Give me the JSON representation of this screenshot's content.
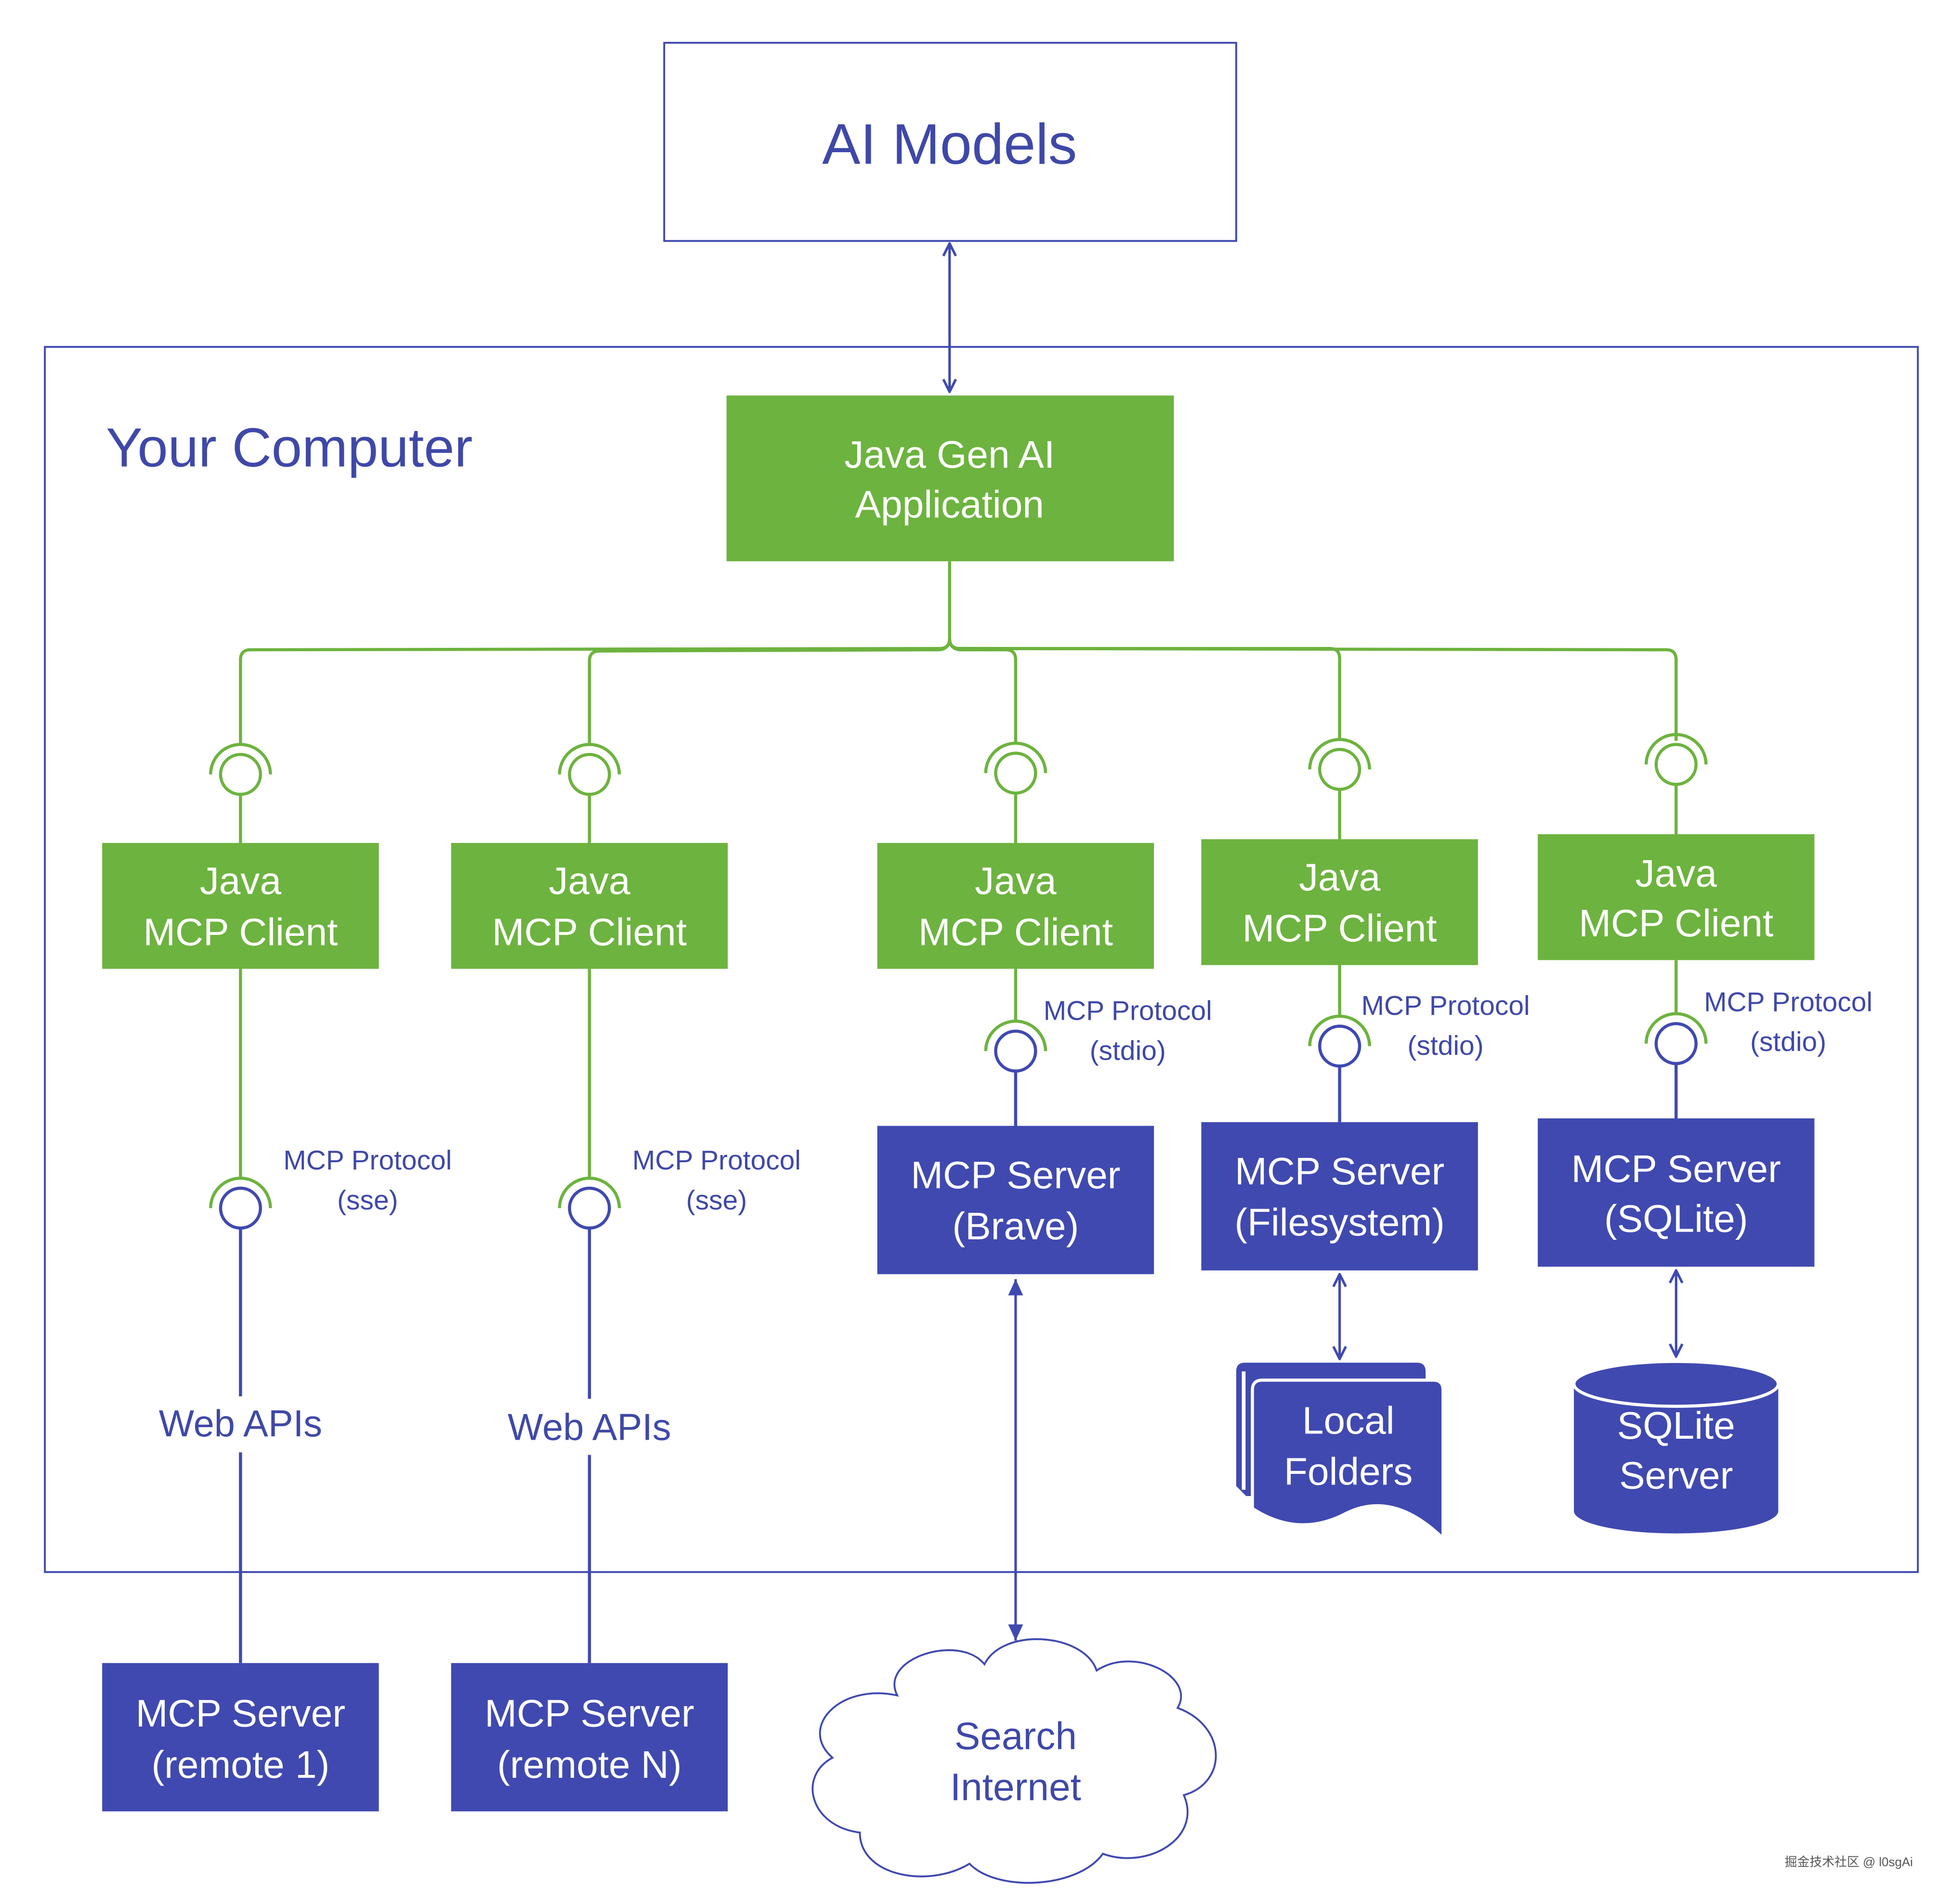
{
  "colors": {
    "green": "#6db33f",
    "blue": "#4049b0",
    "text_blue": "#3f48a8",
    "white": "#ffffff"
  },
  "ai_models": {
    "label": "AI Models"
  },
  "computer": {
    "label": "Your Computer"
  },
  "app": {
    "line1": "Java Gen AI",
    "line2": "Application"
  },
  "clients": [
    {
      "line1": "Java",
      "line2": "MCP Client"
    },
    {
      "line1": "Java",
      "line2": "MCP Client"
    },
    {
      "line1": "Java",
      "line2": "MCP Client"
    },
    {
      "line1": "Java",
      "line2": "MCP Client"
    },
    {
      "line1": "Java",
      "line2": "MCP Client"
    }
  ],
  "protocols": [
    {
      "line1": "MCP Protocol",
      "line2": "(sse)"
    },
    {
      "line1": "MCP Protocol",
      "line2": "(sse)"
    },
    {
      "line1": "MCP Protocol",
      "line2": "(stdio)"
    },
    {
      "line1": "MCP Protocol",
      "line2": "(stdio)"
    },
    {
      "line1": "MCP Protocol",
      "line2": "(stdio)"
    }
  ],
  "local_servers": [
    {
      "line1": "MCP Server",
      "line2": "(Brave)"
    },
    {
      "line1": "MCP Server",
      "line2": "(Filesystem)"
    },
    {
      "line1": "MCP Server",
      "line2": "(SQLite)"
    }
  ],
  "web_apis": [
    "Web APIs",
    "Web APIs"
  ],
  "remote_servers": [
    {
      "line1": "MCP Server",
      "line2": "(remote 1)"
    },
    {
      "line1": "MCP Server",
      "line2": "(remote N)"
    }
  ],
  "folders": {
    "line1": "Local",
    "line2": "Folders"
  },
  "database": {
    "line1": "SQLite",
    "line2": "Server"
  },
  "cloud": {
    "line1": "Search",
    "line2": "Internet"
  },
  "watermark": "掘金技术社区 @ l0sgAi"
}
